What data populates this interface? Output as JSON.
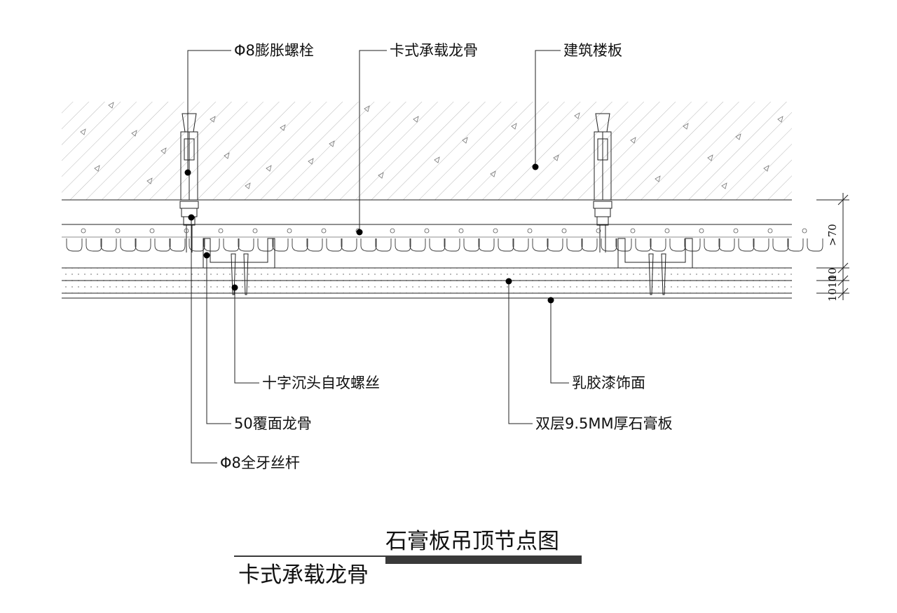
{
  "labels": {
    "expansion_bolt": "Φ8膨胀螺栓",
    "main_keel": "卡式承载龙骨",
    "floor_slab": "建筑楼板",
    "screw": "十字沉头自攻螺丝",
    "cover_keel": "50覆面龙骨",
    "threaded_rod": "Φ8全牙丝杆",
    "latex_paint": "乳胶漆饰面",
    "gypsum_board": "双层9.5MM厚石膏板"
  },
  "dimensions": {
    "keel_gap": ">70",
    "board_top": "10",
    "board_pair": "1010"
  },
  "title": {
    "main": "石膏板吊顶节点图",
    "sub": "卡式承载龙骨"
  }
}
